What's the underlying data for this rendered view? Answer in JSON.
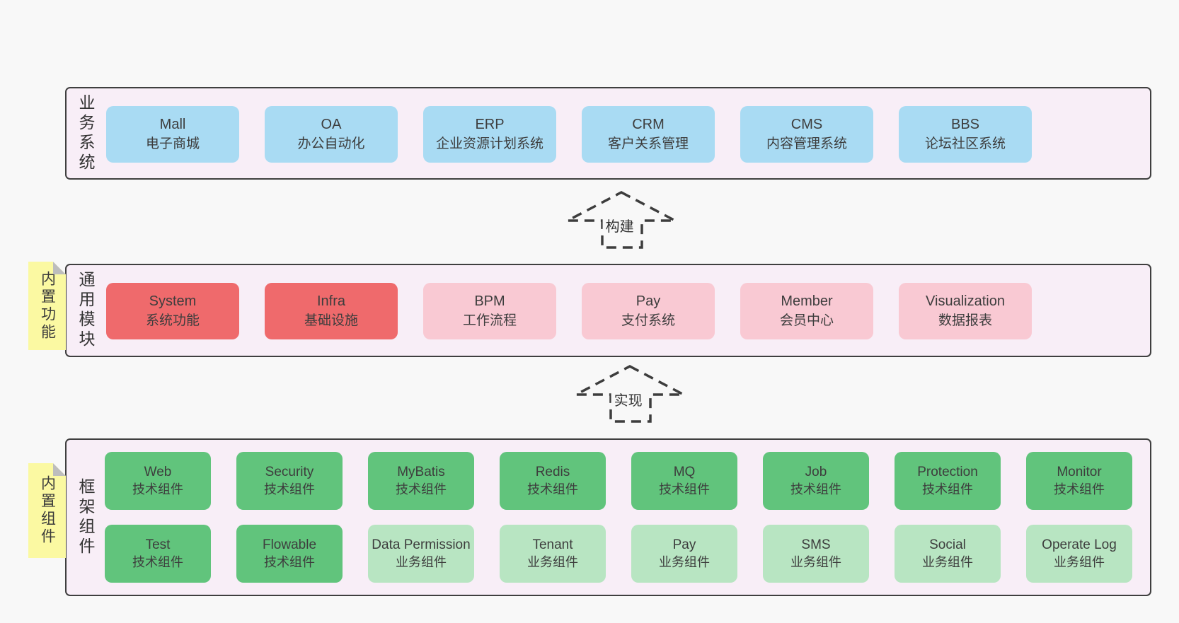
{
  "colors": {
    "page_background": "#f8f8f8",
    "layer_background": "#f8eef7",
    "layer_border": "#3f3f3f",
    "box_blue": "#a9dbf3",
    "box_red": "#ef6a6c",
    "box_pink": "#f9c9d3",
    "box_green": "#61c47c",
    "box_light_green": "#b8e5c2",
    "note_yellow": "#fbf9a2",
    "note_fold_gray": "#bdbdbd",
    "text": "#3d3d3d"
  },
  "arrows": [
    {
      "label": "构建"
    },
    {
      "label": "实现"
    }
  ],
  "notes": [
    {
      "label": "内置功能"
    },
    {
      "label": "内置组件"
    }
  ],
  "layers": [
    {
      "label": "业务系统",
      "rows": [
        [
          {
            "title": "Mall",
            "subtitle": "电子商城",
            "variant": "blue"
          },
          {
            "title": "OA",
            "subtitle": "办公自动化",
            "variant": "blue"
          },
          {
            "title": "ERP",
            "subtitle": "企业资源计划系统",
            "variant": "blue"
          },
          {
            "title": "CRM",
            "subtitle": "客户关系管理",
            "variant": "blue"
          },
          {
            "title": "CMS",
            "subtitle": "内容管理系统",
            "variant": "blue"
          },
          {
            "title": "BBS",
            "subtitle": "论坛社区系统",
            "variant": "blue"
          }
        ]
      ]
    },
    {
      "label": "通用模块",
      "rows": [
        [
          {
            "title": "System",
            "subtitle": "系统功能",
            "variant": "red"
          },
          {
            "title": "Infra",
            "subtitle": "基础设施",
            "variant": "red"
          },
          {
            "title": "BPM",
            "subtitle": "工作流程",
            "variant": "pink"
          },
          {
            "title": "Pay",
            "subtitle": "支付系统",
            "variant": "pink"
          },
          {
            "title": "Member",
            "subtitle": "会员中心",
            "variant": "pink"
          },
          {
            "title": "Visualization",
            "subtitle": "数据报表",
            "variant": "pink"
          }
        ]
      ]
    },
    {
      "label": "框架组件",
      "rows": [
        [
          {
            "title": "Web",
            "subtitle": "技术组件",
            "variant": "green"
          },
          {
            "title": "Security",
            "subtitle": "技术组件",
            "variant": "green"
          },
          {
            "title": "MyBatis",
            "subtitle": "技术组件",
            "variant": "green"
          },
          {
            "title": "Redis",
            "subtitle": "技术组件",
            "variant": "green"
          },
          {
            "title": "MQ",
            "subtitle": "技术组件",
            "variant": "green"
          },
          {
            "title": "Job",
            "subtitle": "技术组件",
            "variant": "green"
          },
          {
            "title": "Protection",
            "subtitle": "技术组件",
            "variant": "green"
          },
          {
            "title": "Monitor",
            "subtitle": "技术组件",
            "variant": "green"
          }
        ],
        [
          {
            "title": "Test",
            "subtitle": "技术组件",
            "variant": "green"
          },
          {
            "title": "Flowable",
            "subtitle": "技术组件",
            "variant": "green"
          },
          {
            "title": "Data Permission",
            "subtitle": "业务组件",
            "variant": "lightgreen"
          },
          {
            "title": "Tenant",
            "subtitle": "业务组件",
            "variant": "lightgreen"
          },
          {
            "title": "Pay",
            "subtitle": "业务组件",
            "variant": "lightgreen"
          },
          {
            "title": "SMS",
            "subtitle": "业务组件",
            "variant": "lightgreen"
          },
          {
            "title": "Social",
            "subtitle": "业务组件",
            "variant": "lightgreen"
          },
          {
            "title": "Operate Log",
            "subtitle": "业务组件",
            "variant": "lightgreen"
          }
        ]
      ]
    }
  ]
}
